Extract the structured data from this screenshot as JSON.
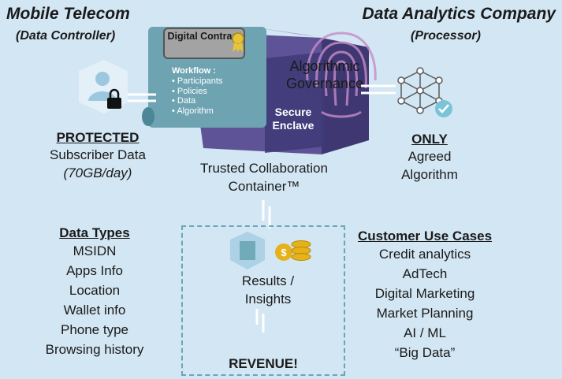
{
  "left_party": {
    "name": "Mobile Telecom",
    "role": "(Data Controller)"
  },
  "right_party": {
    "name": "Data Analytics Company",
    "role": "(Processor)"
  },
  "contract": {
    "title": "Digital Contract",
    "workflow_label": "Workflow :",
    "workflow_items": [
      "Participants",
      "Policies",
      "Data",
      "Algorithm"
    ]
  },
  "enclave": {
    "governance_label": "Algorithmic Governance",
    "enclave_label": "Secure Enclave"
  },
  "container_label": "Trusted Collaboration Container™",
  "protected": {
    "heading": "PROTECTED",
    "line1": "Subscriber Data",
    "line2": "(70GB/day)"
  },
  "only": {
    "heading": "ONLY",
    "line1": "Agreed",
    "line2": "Algorithm"
  },
  "data_types": {
    "heading": "Data Types",
    "items": [
      "MSIDN",
      "Apps Info",
      "Location",
      "Wallet info",
      "Phone type",
      "Browsing history"
    ]
  },
  "results": {
    "label": "Results / Insights",
    "revenue": "REVENUE!"
  },
  "use_cases": {
    "heading": "Customer Use Cases",
    "items": [
      "Credit analytics",
      "AdTech",
      "Digital Marketing",
      "Market Planning",
      "AI / ML",
      "“Big Data”"
    ]
  },
  "colors": {
    "background": "#d3e6f3",
    "cube_purple": "#5d5396",
    "cube_teal": "#6aa6b5",
    "scroll_teal": "#6ea3b2",
    "icon_blue": "#9cc7de",
    "coin_gold": "#e5b21a"
  }
}
